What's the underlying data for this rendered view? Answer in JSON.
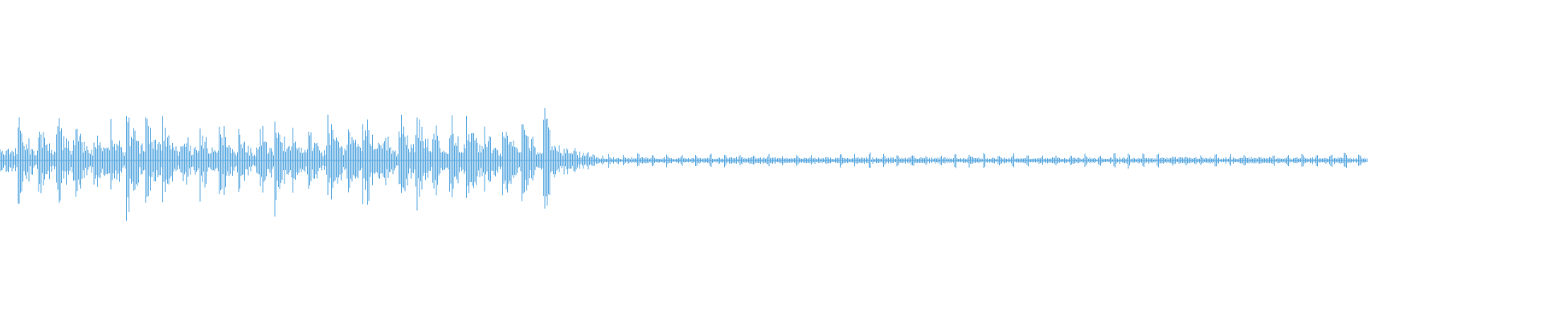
{
  "waveform": {
    "color": "#5aa9e0",
    "segments": [
      {
        "id": "loud-section",
        "start": 0.0,
        "end": 0.357,
        "level": 0.62
      },
      {
        "id": "transition",
        "start": 0.357,
        "end": 0.395,
        "level": 0.16
      },
      {
        "id": "quiet-tail",
        "start": 0.395,
        "end": 0.886,
        "level": 0.03
      }
    ],
    "seed": 7
  }
}
